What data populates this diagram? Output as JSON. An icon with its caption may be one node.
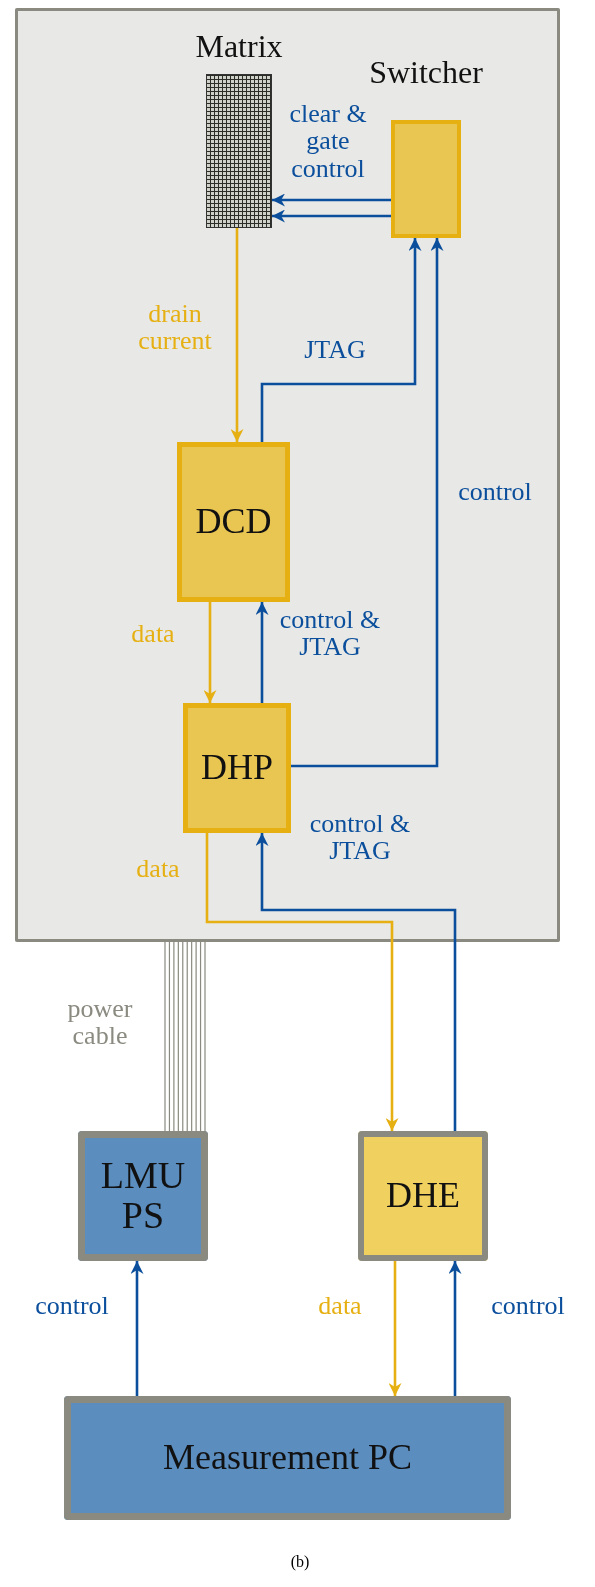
{
  "diagram": {
    "caption": "(b)",
    "nodes": [
      {
        "text": [],
        "shape": "box"
      },
      {
        "text": [
          "Matrix"
        ],
        "in": 0
      },
      {
        "text": [
          "Switcher"
        ],
        "in": 0
      },
      {
        "text": [
          "DCD"
        ],
        "in": 0
      },
      {
        "text": [
          "DHP"
        ],
        "in": 0
      },
      {
        "text": [
          "LMU PS"
        ]
      },
      {
        "text": [
          "DHE"
        ]
      },
      {
        "text": [
          "Measurement PC"
        ]
      }
    ],
    "edges": [
      {
        "from": 2,
        "to": 1,
        "arrow": "to",
        "label": "clear & gate control"
      },
      {
        "from": 2,
        "to": 1,
        "arrow": "to"
      },
      {
        "from": 1,
        "to": 3,
        "arrow": "to",
        "label": "drain current",
        "color": "#e6b012"
      },
      {
        "from": 3,
        "to": 2,
        "arrow": "to",
        "label": "JTAG"
      },
      {
        "from": 4,
        "to": 2,
        "arrow": "to",
        "label": "control"
      },
      {
        "from": 3,
        "to": 4,
        "arrow": "to",
        "label": "data",
        "color": "#e6b012"
      },
      {
        "from": 4,
        "to": 3,
        "arrow": "to",
        "label": "control & JTAG"
      },
      {
        "from": 4,
        "to": 6,
        "arrow": "to",
        "label": "data",
        "color": "#e6b012"
      },
      {
        "from": 6,
        "to": 4,
        "arrow": "to",
        "label": "control & JTAG"
      },
      {
        "from": 5,
        "to": 0,
        "arrow": "none",
        "label": "power cable",
        "color": "#8a8a80"
      },
      {
        "from": 7,
        "to": 5,
        "arrow": "to",
        "label": "control"
      },
      {
        "from": 6,
        "to": 7,
        "arrow": "to",
        "label": "data",
        "color": "#e6b012"
      },
      {
        "from": 7,
        "to": 6,
        "arrow": "to",
        "label": "control"
      }
    ]
  }
}
